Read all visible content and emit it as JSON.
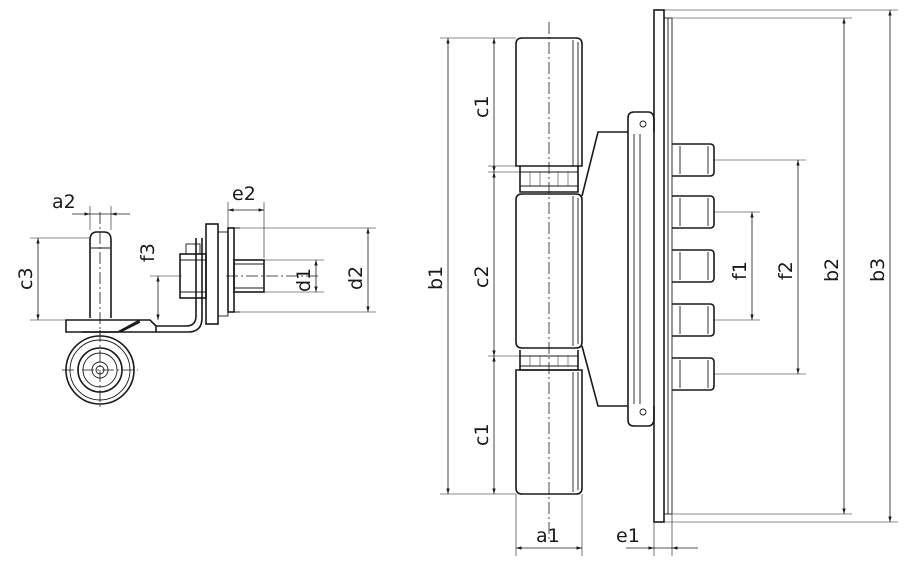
{
  "labels": {
    "a1": "a1",
    "a2": "a2",
    "b1": "b1",
    "b2": "b2",
    "b3": "b3",
    "c1_top": "c1",
    "c1_bottom": "c1",
    "c2": "c2",
    "c3": "c3",
    "d1": "d1",
    "d2": "d2",
    "e1": "e1",
    "e2": "e2",
    "f1": "f1",
    "f2": "f2",
    "f3": "f3"
  }
}
